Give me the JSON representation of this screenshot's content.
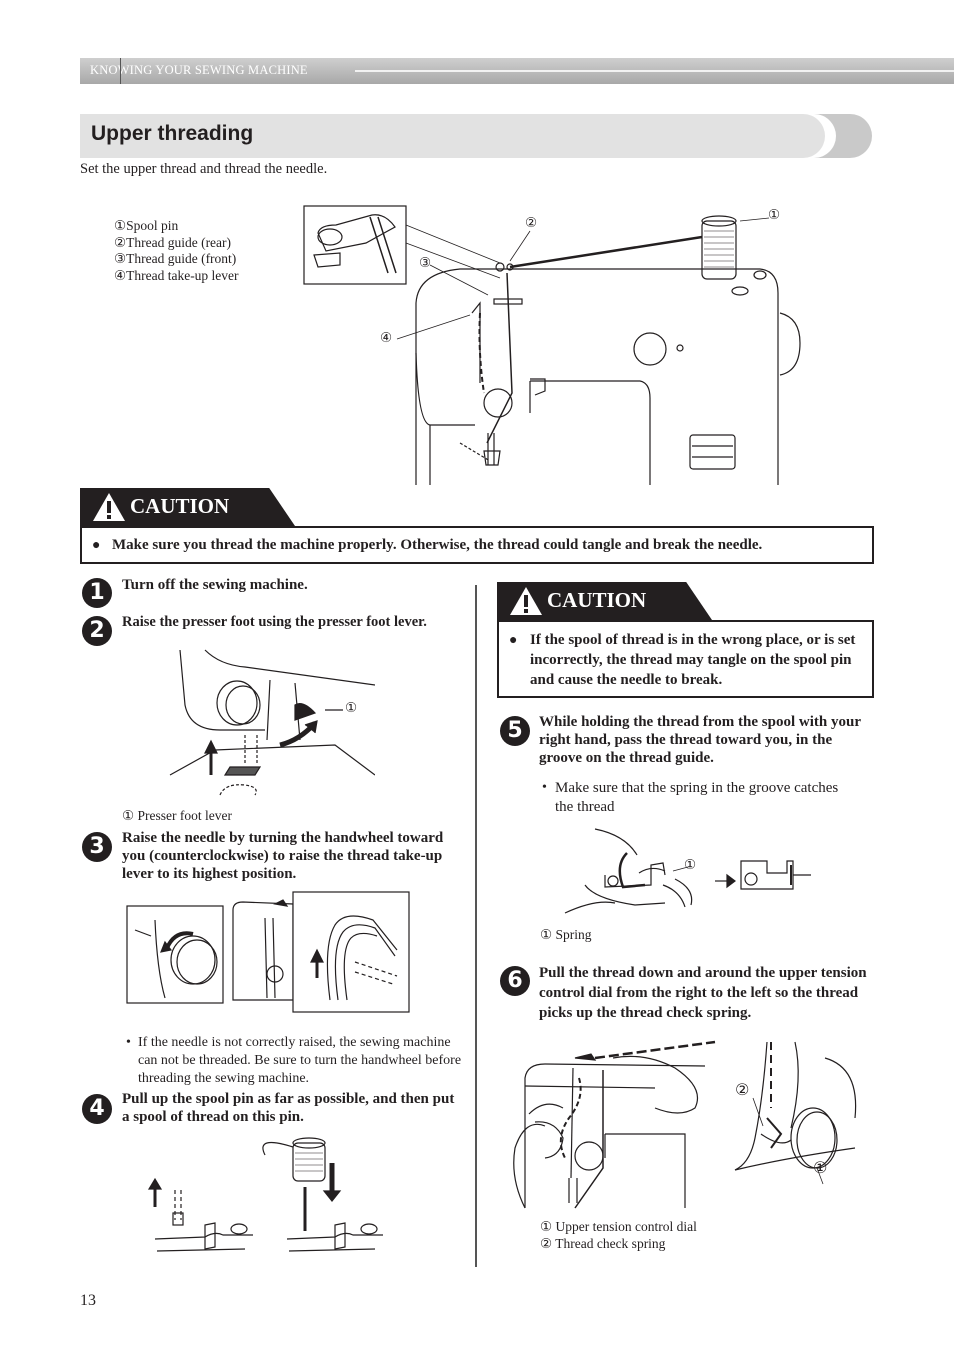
{
  "header": {
    "section": "KNOWING YOUR SEWING MACHINE"
  },
  "title": "Upper threading",
  "intro": "Set the upper thread and thread the needle.",
  "legend_top": [
    "①Spool pin",
    "②Thread guide (rear)",
    "③Thread guide (front)",
    "④Thread take-up lever"
  ],
  "callouts": {
    "c1": "①",
    "c2": "②",
    "c3": "③",
    "c4": "④"
  },
  "caution_label": "CAUTION",
  "caution_main": "Make sure you thread the machine properly. Otherwise, the thread could tangle and break the needle.",
  "steps": [
    {
      "num": "1",
      "text": "Turn off the sewing machine."
    },
    {
      "num": "2",
      "text": "Raise the presser foot using the presser foot lever."
    },
    {
      "num": "3",
      "text": "Raise the needle by turning the handwheel toward you (counterclockwise) to raise the thread take-up lever to its highest position."
    },
    {
      "num": "4",
      "text": "Pull up the spool pin as far as possible, and then put a spool of thread on this pin."
    },
    {
      "num": "5",
      "text": "While holding the thread from the spool with your right hand, pass the thread toward you, in the groove on the thread guide."
    },
    {
      "num": "6",
      "text": "Pull the thread down and around the upper tension control dial from the right to the left so the thread picks up the thread check spring."
    }
  ],
  "captions": {
    "presser_foot": "① Presser foot lever",
    "spring": "① Spring",
    "dial": "① Upper tension control dial",
    "check_spring": "② Thread check spring"
  },
  "notes": {
    "step3": "If the needle is not correctly raised, the sewing machine can not be threaded. Be sure to turn the handwheel before threading the sewing machine.",
    "step5": "Make sure that the spring in the groove catches the thread"
  },
  "caution_right": "If the spool of thread is in the wrong place, or is set incorrectly, the thread may tangle on the spool pin and cause the needle to break.",
  "page_number": "13"
}
